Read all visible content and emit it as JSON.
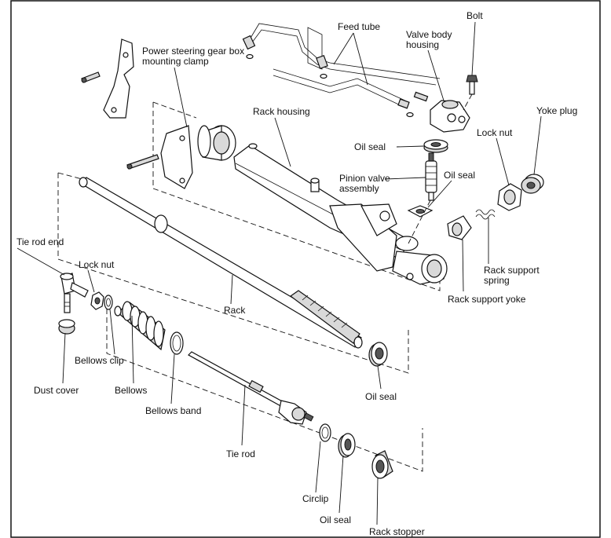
{
  "labels": {
    "feed_tube": "Feed tube",
    "bolt": "Bolt",
    "valve_body_housing_1": "Valve body",
    "valve_body_housing_2": "housing",
    "ps_clamp_1": "Power steering gear box",
    "ps_clamp_2": "mounting clamp",
    "yoke_plug": "Yoke plug",
    "rack_housing": "Rack housing",
    "lock_nut_right": "Lock nut",
    "oil_seal_upper": "Oil seal",
    "pinion_valve_1": "Pinion valve",
    "pinion_valve_2": "assembly",
    "oil_seal_mid": "Oil seal",
    "tie_rod_end": "Tie rod end",
    "lock_nut_left": "Lock nut",
    "rack_support_spring_1": "Rack support",
    "rack_support_spring_2": "spring",
    "rack": "Rack",
    "rack_support_yoke": "Rack support yoke",
    "bellows_clip": "Bellows clip",
    "dust_cover": "Dust cover",
    "bellows": "Bellows",
    "oil_seal_right": "Oil seal",
    "bellows_band": "Bellows band",
    "tie_rod": "Tie rod",
    "circlip": "Circlip",
    "oil_seal_bottom": "Oil seal",
    "rack_stopper": "Rack stopper"
  }
}
